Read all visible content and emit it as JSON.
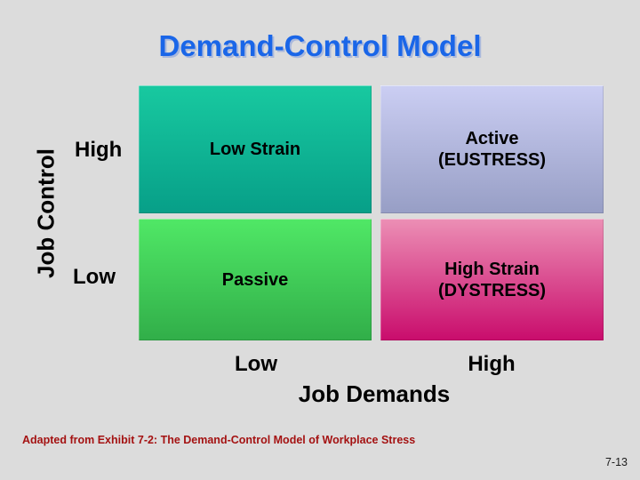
{
  "title": "Demand-Control Model",
  "title_color": "#1a66e8",
  "background_color": "#dcdcdc",
  "matrix": {
    "type": "2x2-quadrant-model",
    "quadrants": [
      {
        "id": "low-strain",
        "row": "high-control",
        "col": "low-demands",
        "lines": [
          "Low Strain"
        ],
        "color_top": "#18c9a0",
        "color_bottom": "#079f88"
      },
      {
        "id": "active",
        "row": "high-control",
        "col": "high-demands",
        "lines": [
          "Active",
          "(EUSTRESS)"
        ],
        "color_top": "#cbcef3",
        "color_bottom": "#979ec5"
      },
      {
        "id": "passive",
        "row": "low-control",
        "col": "low-demands",
        "lines": [
          "Passive"
        ],
        "color_top": "#50e866",
        "color_bottom": "#31ae49"
      },
      {
        "id": "high-strain",
        "row": "low-control",
        "col": "high-demands",
        "lines": [
          "High Strain",
          "(DYSTRESS)"
        ],
        "color_top": "#ec8fb5",
        "color_bottom": "#c90c6c"
      }
    ]
  },
  "y_axis": {
    "title": "Job Control",
    "high_label": "High",
    "low_label": "Low"
  },
  "x_axis": {
    "title": "Job Demands",
    "low_label": "Low",
    "high_label": "High"
  },
  "footnote": {
    "text": "Adapted from Exhibit 7-2: The Demand-Control Model of Workplace Stress",
    "color": "#a41212"
  },
  "page_number": "7-13"
}
